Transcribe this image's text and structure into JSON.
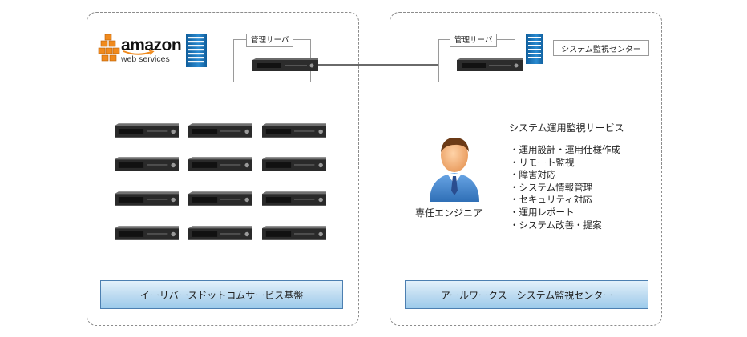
{
  "left": {
    "mgmt_label": "管理サーバ",
    "caption": "イーリバースドットコムサービス基盤",
    "logo": {
      "line1": "amazon",
      "line2": "web services",
      "icon": "aws-cubes-icon"
    }
  },
  "right": {
    "mgmt_label": "管理サーバ",
    "caption": "アールワークス　システム監視センター",
    "monitor_label": "システム監視センター",
    "engineer_label": "専任エンジニア",
    "services_title": "システム運用監視サービス",
    "services": [
      "・運用設計・運用仕様作成",
      "・リモート監視",
      "・障害対応",
      "・システム情報管理",
      "・セキュリティ対応",
      "・運用レポート",
      "・システム改善・提案"
    ]
  },
  "colors": {
    "caption_fill": "#9ccbeb",
    "building": "#1b74b8",
    "aws_orange": "#f08a1d",
    "engineer_suit": "#4c8ad0"
  }
}
